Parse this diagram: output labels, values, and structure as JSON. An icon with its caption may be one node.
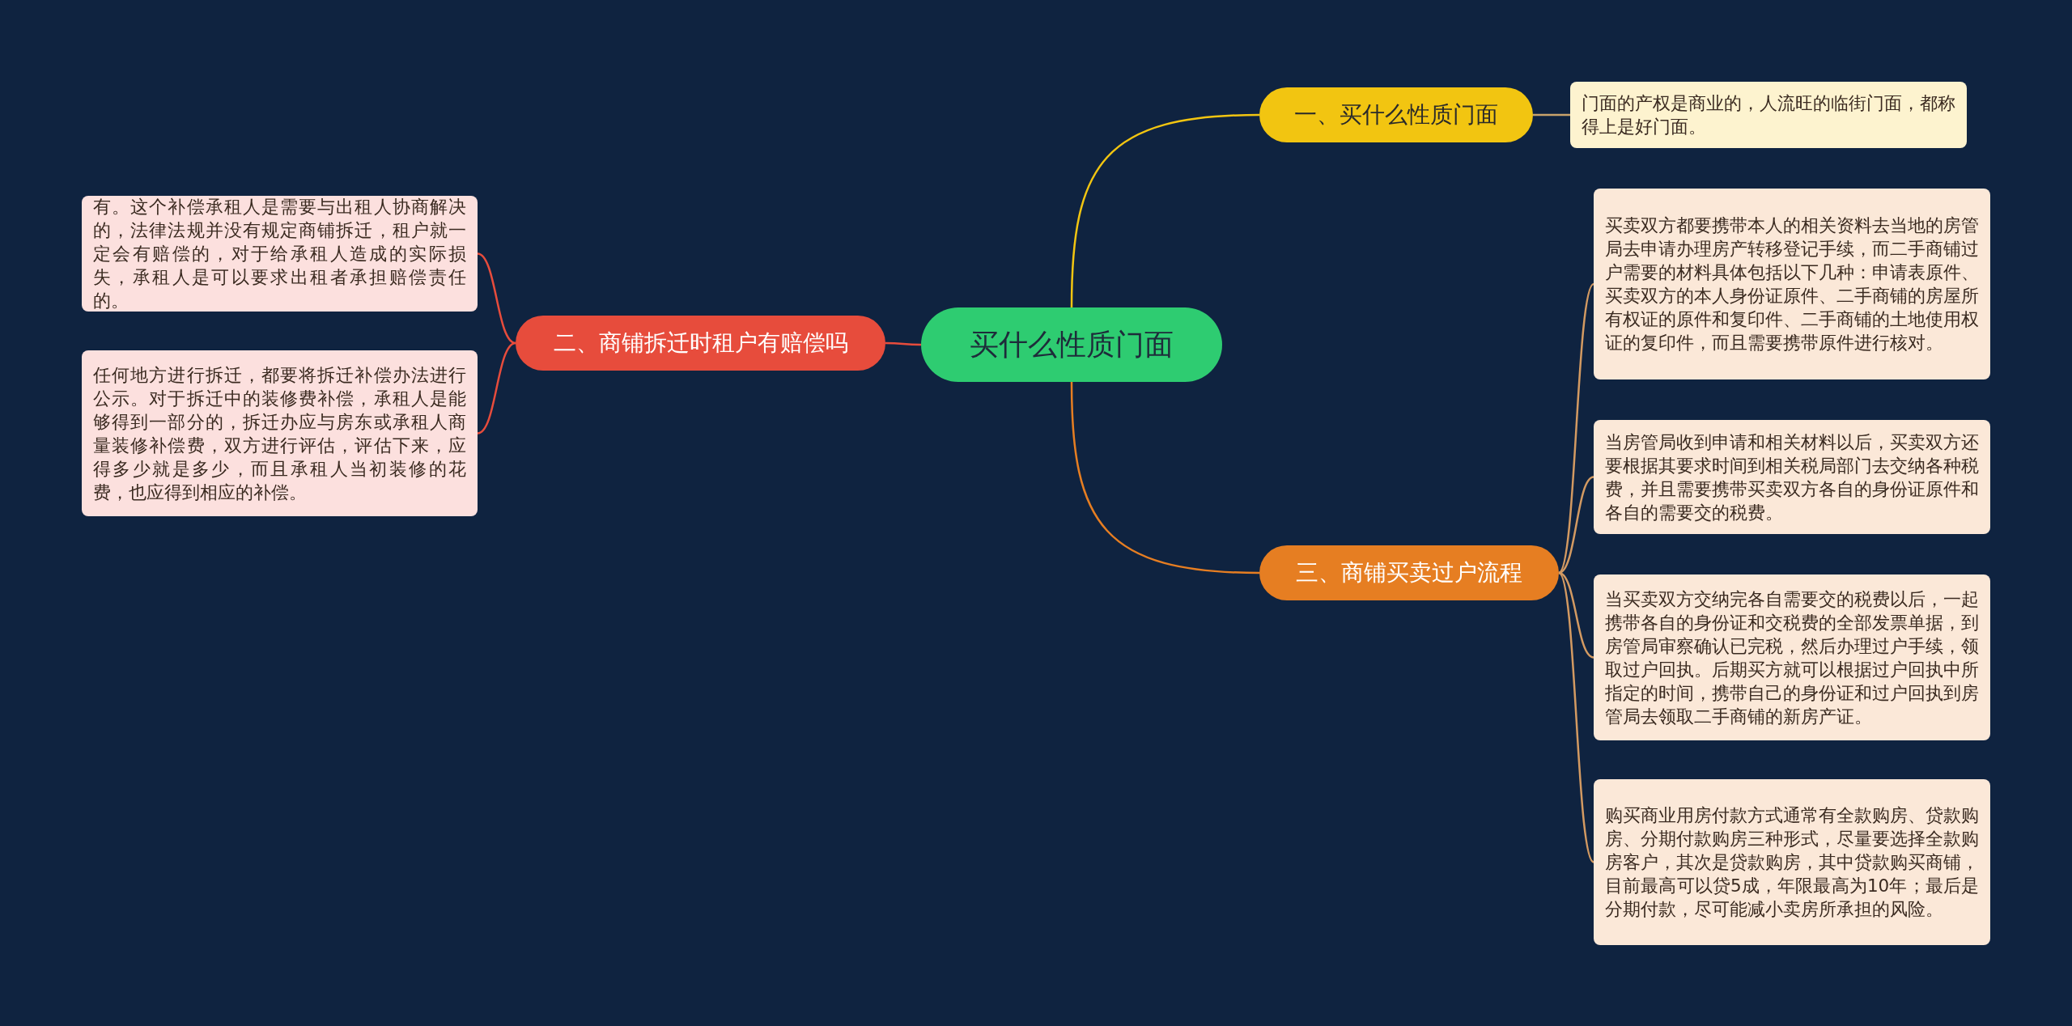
{
  "diagram": {
    "nodes": [
      {
        "text": [
          "买什么性质门面"
        ]
      },
      {
        "text": [
          "一、买什么性质门面"
        ]
      },
      {
        "text": [
          "门面的产权是商业的，人流旺的临街门面，都称得上是好门面。"
        ]
      },
      {
        "text": [
          "二、商铺拆迁时租户有赔偿吗"
        ]
      },
      {
        "text": [
          "有。这个补偿承租人是需要与出租人协商解决的，法律法规并没有规定商铺拆迁，租户就一定会有赔偿的，对于给承租人造成的实际损失，承租人是可以要求出租者承担赔偿责任的。"
        ]
      },
      {
        "text": [
          "任何地方进行拆迁，都要将拆迁补偿办法进行公示。对于拆迁中的装修费补偿，承租人是能够得到一部分的，拆迁办应与房东或承租人商量装修补偿费，双方进行评估，评估下来，应得多少就是多少，而且承租人当初装修的花费，也应得到相应的补偿。"
        ]
      },
      {
        "text": [
          "三、商铺买卖过户流程"
        ]
      },
      {
        "text": [
          "买卖双方都要携带本人的相关资料去当地的房管局去申请办理房产转移登记手续，而二手商铺过户需要的材料具体包括以下几种：申请表原件、买卖双方的本人身份证原件、二手商铺的房屋所有权证的原件和复印件、二手商铺的土地使用权证的复印件，而且需要携带原件进行核对。"
        ]
      },
      {
        "text": [
          "当房管局收到申请和相关材料以后，买卖双方还要根据其要求时间到相关税局部门去交纳各种税费，并且需要携带买卖双方各自的身份证原件和各自的需要交的税费。"
        ]
      },
      {
        "text": [
          "当买卖双方交纳完各自需要交的税费以后，一起携带各自的身份证和交税费的全部发票单据，到房管局审察确认已完税，然后办理过户手续，领取过户回执。后期买方就可以根据过户回执中所指定的时间，携带自己的身份证和过户回执到房管局去领取二手商铺的新房产证。"
        ]
      },
      {
        "text": [
          "购买商业用房付款方式通常有全款购房、贷款购房、分期付款购房三种形式，尽量要选择全款购房客户，其次是贷款购房，其中贷款购买商铺，目前最高可以贷5成，年限最高为10年；最后是分期付款，尽可能减小卖房所承担的风险。"
        ]
      }
    ],
    "edges": [
      {
        "from": 0,
        "to": 1,
        "arrow": "none",
        "color": "#f2c511"
      },
      {
        "from": 1,
        "to": 2,
        "arrow": "none",
        "color": "#c9a36b"
      },
      {
        "from": 0,
        "to": 3,
        "arrow": "none",
        "color": "#e74c3c"
      },
      {
        "from": 3,
        "to": 4,
        "arrow": "none",
        "color": "#e74c3c"
      },
      {
        "from": 3,
        "to": 5,
        "arrow": "none",
        "color": "#e74c3c"
      },
      {
        "from": 0,
        "to": 6,
        "arrow": "none",
        "color": "#e67e22"
      },
      {
        "from": 6,
        "to": 7,
        "arrow": "none",
        "color": "#d39a62"
      },
      {
        "from": 6,
        "to": 8,
        "arrow": "none",
        "color": "#d39a62"
      },
      {
        "from": 6,
        "to": 9,
        "arrow": "none",
        "color": "#d39a62"
      },
      {
        "from": 6,
        "to": 10,
        "arrow": "none",
        "color": "#d39a62"
      }
    ]
  }
}
